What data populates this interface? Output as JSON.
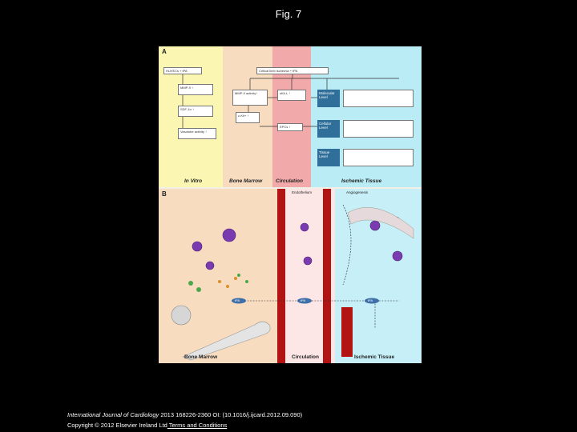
{
  "page": {
    "title": "Fig. 7"
  },
  "figure": {
    "panel_a": {
      "label": "A",
      "columns": [
        "In Vitro",
        "Bone Marrow",
        "Circulation",
        "Ischemic Tissue"
      ],
      "top_left": "HUVECs + tPA",
      "top_center": "Critical limb ischemia + tPA",
      "boxes": [
        "MMP-9 ↑",
        "SDF-1α ↑",
        "Vasotube activity ↑",
        "MMP-9 activity↑",
        "sKit-L ↑",
        "c-Kit+ ↑",
        "EPCs ↑"
      ],
      "levels": [
        "Molecular Level",
        "Cellular Level",
        "Tissue Level"
      ]
    },
    "panel_b": {
      "label": "B",
      "columns": [
        "Bone Marrow",
        "Circulation",
        "Ischemic Tissue"
      ],
      "top_labels": [
        "Endothelium",
        "Angiogenesis"
      ],
      "nodes": [
        "tPA",
        "tPA",
        "tPA"
      ]
    },
    "colors": {
      "yellow": "#fbf7b3",
      "peach": "#f7dcc0",
      "pink": "#f2a9a9",
      "cyan": "#b9ecf5",
      "artery": "#c01818",
      "node": "#3f6fa8"
    }
  },
  "footer": {
    "journal": "International Journal of Cardiology",
    "citation": " 2013 168226-2360 OI: (10.1016/j.ijcard.2012.09.090)",
    "copyright": "Copyright © 2012 Elsevier Ireland Ltd",
    "link": " Terms and Conditions"
  }
}
